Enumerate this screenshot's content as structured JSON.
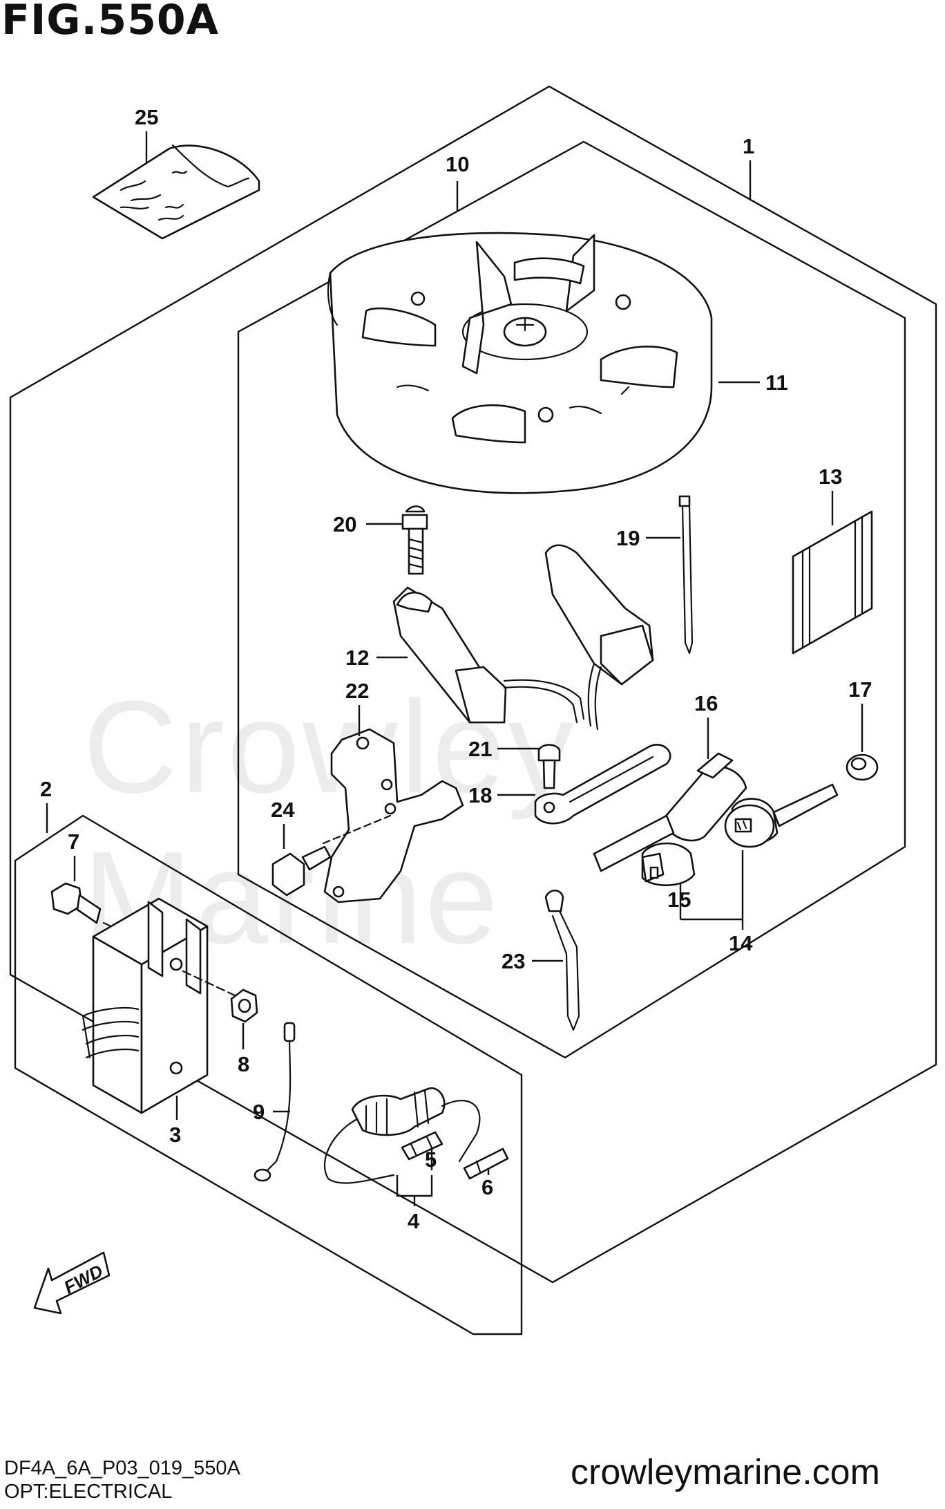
{
  "figure": {
    "title": "FIG.550A",
    "code": "DF4A_6A_P03_019_550A",
    "section": "OPT:ELECTRICAL",
    "website": "crowleymarine.com",
    "watermark": "Crowley Marine",
    "fwd_label": "FWD"
  },
  "callouts": {
    "c1": "1",
    "c2": "2",
    "c3": "3",
    "c4": "4",
    "c5": "5",
    "c6": "6",
    "c7": "7",
    "c8": "8",
    "c9": "9",
    "c10": "10",
    "c11": "11",
    "c12": "12",
    "c13": "13",
    "c14": "14",
    "c15": "15",
    "c16": "16",
    "c17": "17",
    "c18": "18",
    "c19": "19",
    "c20": "20",
    "c21": "21",
    "c22": "22",
    "c23": "23",
    "c24": "24",
    "c25": "25"
  },
  "colors": {
    "ink": "#111111",
    "paper": "#ffffff",
    "watermark": "#ececec"
  }
}
